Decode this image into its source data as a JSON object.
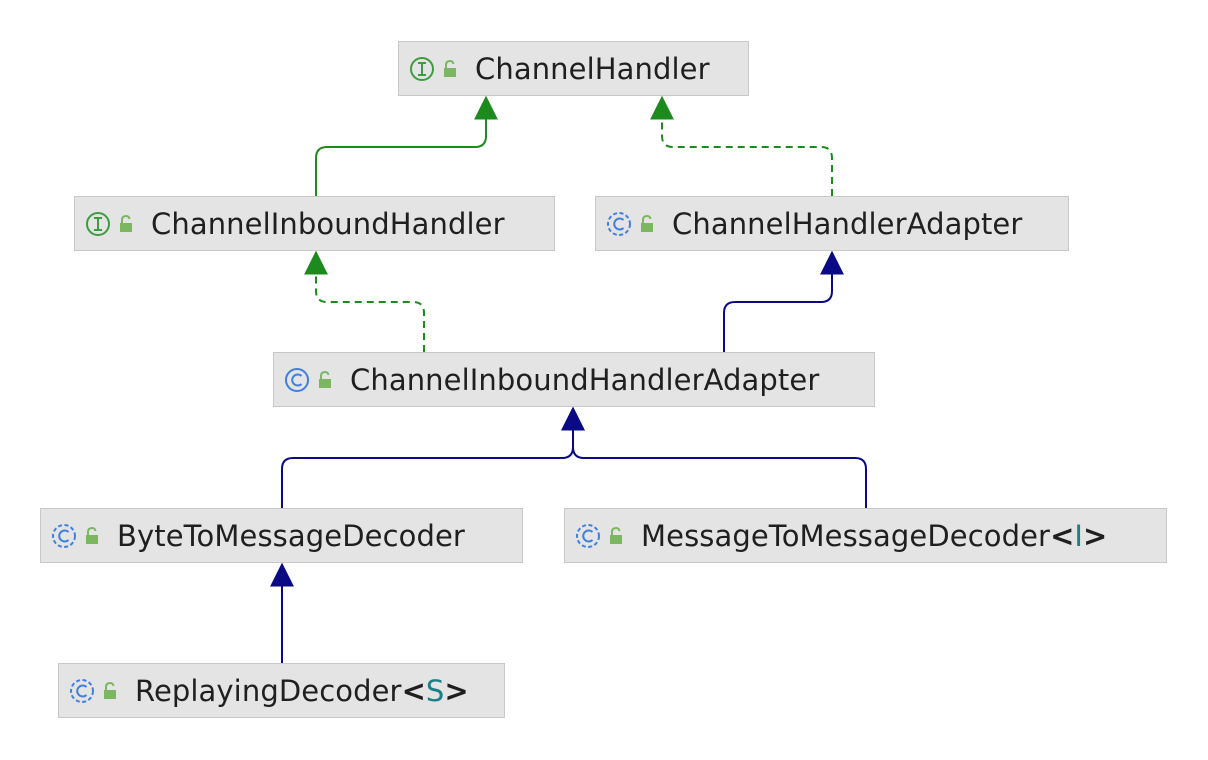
{
  "colors": {
    "node_bg": "#e4e4e4",
    "node_border": "#c8c8c8",
    "interface_icon": "#3d9c3d",
    "class_icon": "#3f7fe0",
    "lock_icon": "#7cb660",
    "extends_edge": "#000080",
    "implements_edge": "#008000",
    "type_param": "#1a7f86"
  },
  "nodes": [
    {
      "id": "channel-handler",
      "name": "ChannelHandler",
      "kind": "interface",
      "icon": "interface-icon"
    },
    {
      "id": "channel-inbound-handler",
      "name": "ChannelInboundHandler",
      "kind": "interface",
      "icon": "interface-icon"
    },
    {
      "id": "channel-handler-adapter",
      "name": "ChannelHandlerAdapter",
      "kind": "abstract-class",
      "icon": "abstract-class-icon"
    },
    {
      "id": "channel-inbound-handler-adapter",
      "name": "ChannelInboundHandlerAdapter",
      "kind": "class",
      "icon": "class-icon"
    },
    {
      "id": "byte-to-message-decoder",
      "name": "ByteToMessageDecoder",
      "kind": "abstract-class",
      "icon": "abstract-class-icon"
    },
    {
      "id": "message-to-message-decoder",
      "name": "MessageToMessageDecoder",
      "type_param": "I",
      "kind": "abstract-class",
      "icon": "abstract-class-icon"
    },
    {
      "id": "replaying-decoder",
      "name": "ReplayingDecoder",
      "type_param": "S",
      "kind": "abstract-class",
      "icon": "abstract-class-icon"
    }
  ],
  "edges": [
    {
      "from": "channel-inbound-handler",
      "to": "channel-handler",
      "relation": "extends"
    },
    {
      "from": "channel-handler-adapter",
      "to": "channel-handler",
      "relation": "implements"
    },
    {
      "from": "channel-inbound-handler-adapter",
      "to": "channel-inbound-handler",
      "relation": "implements"
    },
    {
      "from": "channel-inbound-handler-adapter",
      "to": "channel-handler-adapter",
      "relation": "extends"
    },
    {
      "from": "byte-to-message-decoder",
      "to": "channel-inbound-handler-adapter",
      "relation": "extends"
    },
    {
      "from": "message-to-message-decoder",
      "to": "channel-inbound-handler-adapter",
      "relation": "extends"
    },
    {
      "from": "replaying-decoder",
      "to": "byte-to-message-decoder",
      "relation": "extends"
    }
  ],
  "generic_open": "<",
  "generic_close": ">"
}
